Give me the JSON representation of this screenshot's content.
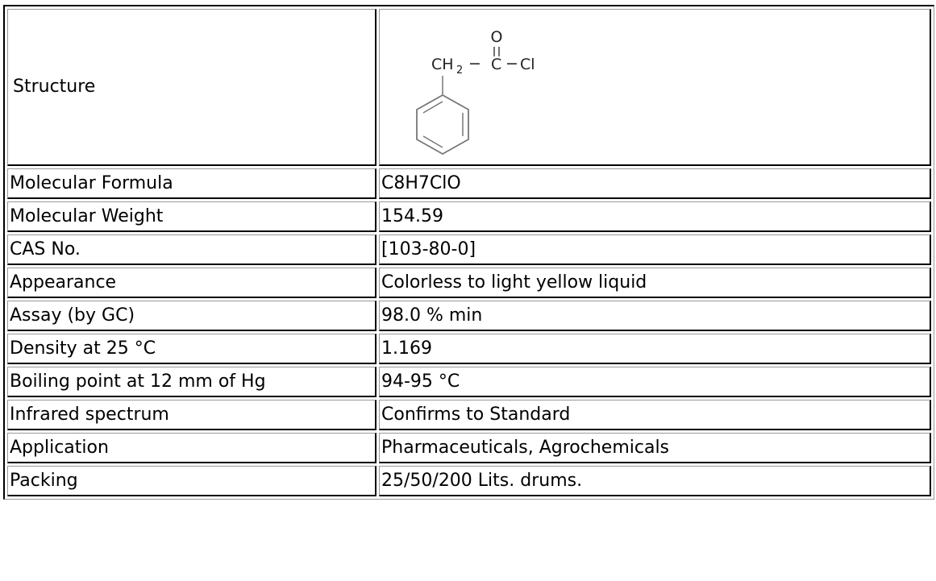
{
  "table": {
    "structure_label": "Structure",
    "structure_image": {
      "icon": "phenylacetyl-chloride-structure-icon",
      "labels": {
        "oxygen": "O",
        "ch": "CH",
        "ch_sub": "2",
        "carbon": "C",
        "chlorine": "Cl",
        "dash1": "−",
        "dash2": "−"
      }
    },
    "rows": [
      {
        "label": "Molecular Formula",
        "value": "C8H7ClO"
      },
      {
        "label": "Molecular Weight",
        "value": "154.59"
      },
      {
        "label": "CAS No.",
        "value": "[103-80-0]"
      },
      {
        "label": "Appearance",
        "value": "Colorless to light yellow liquid"
      },
      {
        "label": "Assay (by GC)",
        "value": "98.0 % min"
      },
      {
        "label": "Density at 25 °C",
        "value": "1.169"
      },
      {
        "label": "Boiling point at 12 mm of  Hg",
        "value": "94-95 °C"
      },
      {
        "label": "Infrared spectrum",
        "value": "Confirms to Standard"
      },
      {
        "label": "Application",
        "value": "Pharmaceuticals, Agrochemicals"
      },
      {
        "label": "Packing",
        "value": "25/50/200 Lits. drums."
      }
    ]
  }
}
